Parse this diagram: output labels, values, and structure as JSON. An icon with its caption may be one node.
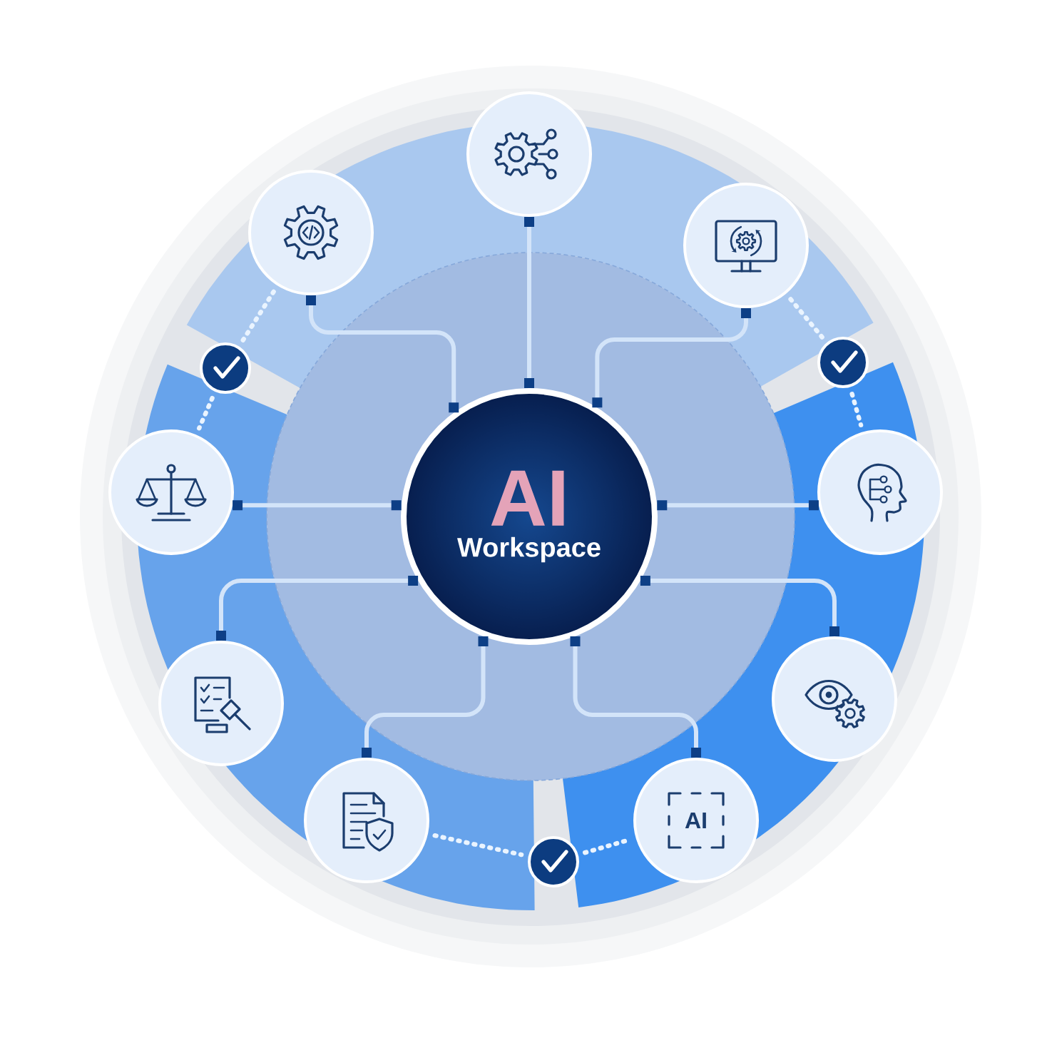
{
  "diagram": {
    "nodes": [
      {
        "text": [
          "AI",
          "Workspace"
        ]
      },
      {
        "text": [],
        "shape": "circle"
      },
      {
        "text": [],
        "shape": "circle"
      },
      {
        "text": [],
        "shape": "circle"
      },
      {
        "text": [],
        "shape": "circle"
      },
      {
        "text": [],
        "shape": "circle"
      },
      {
        "text": [
          "AI"
        ]
      },
      {
        "text": [],
        "shape": "circle"
      },
      {
        "text": [],
        "shape": "circle"
      },
      {
        "text": [],
        "shape": "circle"
      },
      {
        "text": [],
        "shape": "circle"
      },
      {
        "text": [],
        "shape": "circle"
      },
      {
        "text": [],
        "shape": "circle"
      }
    ],
    "edges": [
      {
        "from": 1,
        "to": 0,
        "arrow": "other"
      },
      {
        "from": 2,
        "to": 0,
        "arrow": "other"
      },
      {
        "from": 3,
        "to": 0,
        "arrow": "other"
      },
      {
        "from": 4,
        "to": 0,
        "arrow": "other"
      },
      {
        "from": 5,
        "to": 0,
        "arrow": "other"
      },
      {
        "from": 6,
        "to": 0,
        "arrow": "other"
      },
      {
        "from": 7,
        "to": 0,
        "arrow": "other"
      },
      {
        "from": 8,
        "to": 0,
        "arrow": "other"
      },
      {
        "from": 9,
        "to": 0,
        "arrow": "other"
      },
      {
        "from": 1,
        "to": 10,
        "arrow": "none",
        "style": "dashed",
        "color": "#eaf4ff"
      },
      {
        "from": 10,
        "to": 9,
        "arrow": "none",
        "style": "dashed",
        "color": "#eaf4ff"
      },
      {
        "from": 3,
        "to": 11,
        "arrow": "none",
        "style": "dashed",
        "color": "#eaf4ff"
      },
      {
        "from": 11,
        "to": 4,
        "arrow": "none",
        "style": "dashed",
        "color": "#eaf4ff"
      },
      {
        "from": 7,
        "to": 12,
        "arrow": "none",
        "style": "dashed",
        "color": "#eaf4ff"
      },
      {
        "from": 12,
        "to": 6,
        "arrow": "none",
        "style": "dashed",
        "color": "#eaf4ff"
      }
    ]
  }
}
